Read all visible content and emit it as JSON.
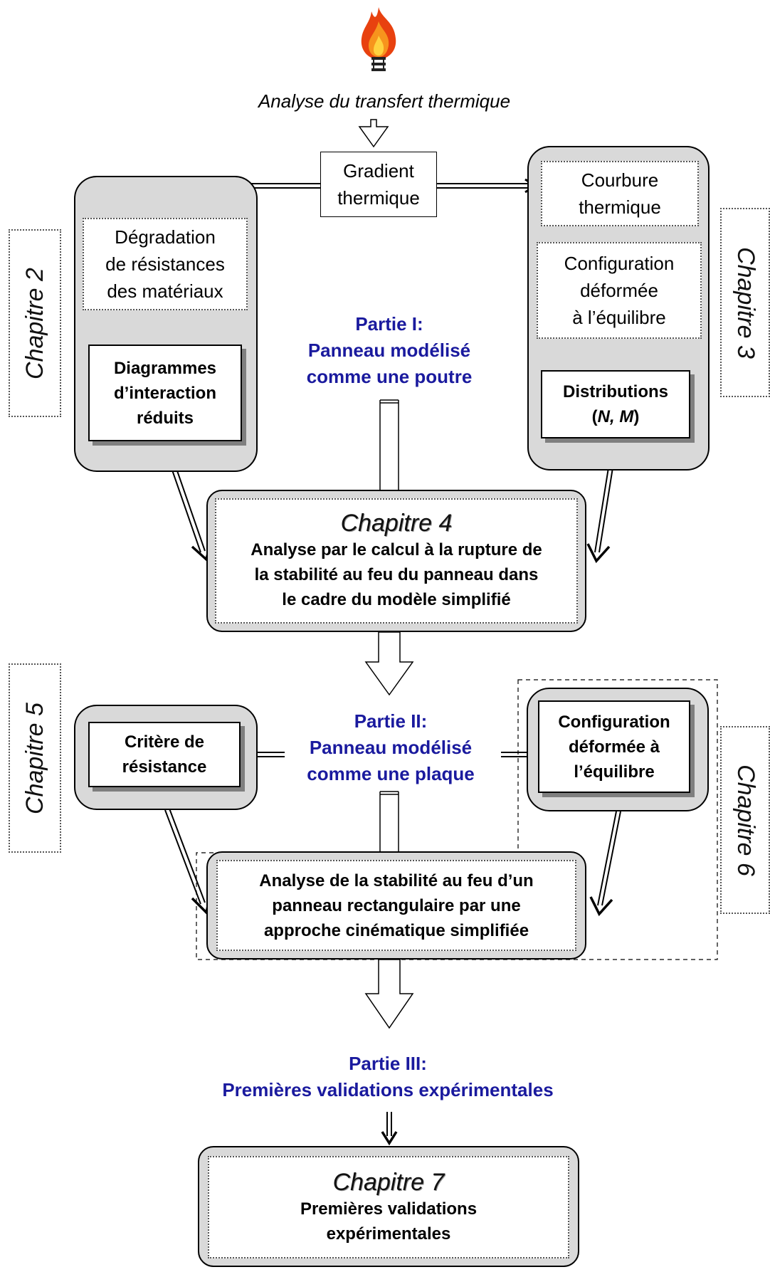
{
  "heading": "Analyse du transfert thermique",
  "gradient": [
    "Gradient",
    "thermique"
  ],
  "left_top": {
    "degradation": [
      "Dégradation",
      "de résistances",
      "des matériaux"
    ],
    "diagrams": [
      "Diagrammes",
      "d’interaction",
      "réduits"
    ]
  },
  "right_top": {
    "courbure": [
      "Courbure",
      "thermique"
    ],
    "configuration": [
      "Configuration",
      "déformée",
      "à l’équilibre"
    ],
    "distributions": [
      "Distributions",
      "(",
      "N, M",
      ")"
    ]
  },
  "part1": [
    "Partie I:",
    "Panneau modélisé",
    "comme une poutre"
  ],
  "chapter4": {
    "title": "Chapitre 4",
    "text": [
      "Analyse par le calcul à la rupture de",
      "la stabilité au feu du panneau dans",
      "le cadre du modèle simplifié"
    ]
  },
  "part2": [
    "Partie II:",
    "Panneau modélisé",
    "comme une plaque"
  ],
  "critere": [
    "Critère de",
    "résistance"
  ],
  "config_plate": [
    "Configuration",
    "déformée à",
    "l’équilibre"
  ],
  "plate_analysis": [
    "Analyse de la stabilité au feu d’un",
    "panneau rectangulaire par une",
    "approche cinématique simplifiée"
  ],
  "part3": [
    "Partie III:",
    "Premières validations expérimentales"
  ],
  "chapter7": {
    "title": "Chapitre 7",
    "text": [
      "Premières validations",
      "expérimentales"
    ]
  },
  "side_labels": {
    "chapter2": "Chapitre 2",
    "chapter3": "Chapitre 3",
    "chapter5": "Chapitre 5",
    "chapter6": "Chapitre 6"
  },
  "colors": {
    "part_title": "#1a1a9e",
    "panel_fill": "#d9d9d9",
    "shadow": "#7f7f7f"
  },
  "icons": {
    "fire": "fire-icon"
  }
}
